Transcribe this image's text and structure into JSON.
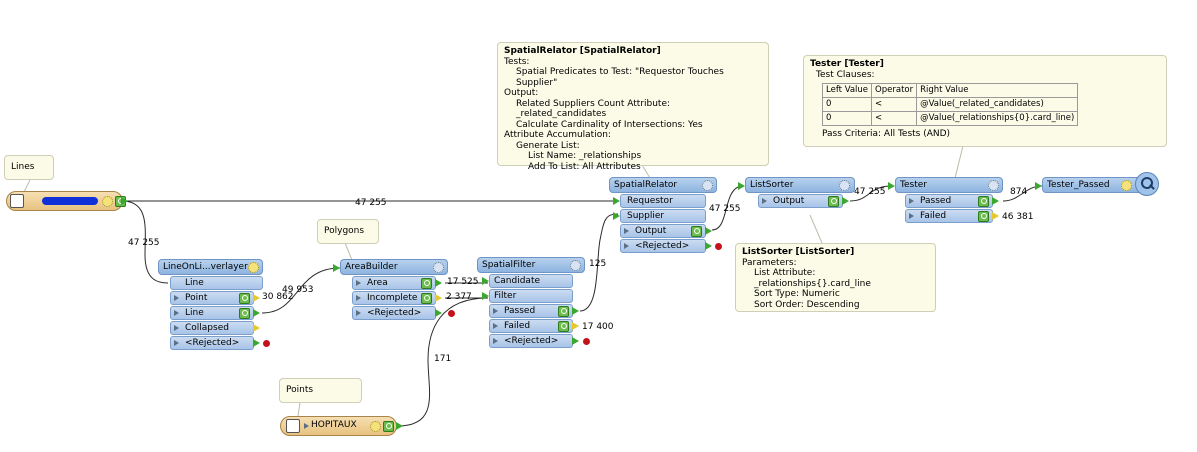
{
  "annotations": {
    "lines": "Lines",
    "polygons": "Polygons",
    "points": "Points"
  },
  "spatialrelator_note": {
    "title": "SpatialRelator [SpatialRelator]",
    "lines": [
      {
        "indent": 1,
        "text": "Tests:"
      },
      {
        "indent": 2,
        "text": "Spatial Predicates to Test: \"Requestor Touches Supplier\""
      },
      {
        "indent": 1,
        "text": "Output:"
      },
      {
        "indent": 2,
        "text": "Related Suppliers Count Attribute: _related_candidates"
      },
      {
        "indent": 2,
        "text": "Calculate Cardinality of Intersections: Yes"
      },
      {
        "indent": 1,
        "text": "Attribute Accumulation:"
      },
      {
        "indent": 2,
        "text": "Generate List:"
      },
      {
        "indent": 3,
        "text": "List Name: _relationships"
      },
      {
        "indent": 3,
        "text": "Add To List: All Attributes"
      }
    ]
  },
  "tester_note": {
    "title": "Tester [Tester]",
    "subtitle": "Test Clauses:",
    "table_headers": [
      "Left Value",
      "Operator",
      "Right Value"
    ],
    "table_rows": [
      [
        "0",
        "<",
        "@Value(_related_candidates)"
      ],
      [
        "0",
        "<",
        "@Value(_relationships{0}.card_line)"
      ]
    ],
    "footer": "Pass Criteria: All Tests (AND)"
  },
  "listsorter_note": {
    "title": "ListSorter [ListSorter]",
    "lines": [
      {
        "indent": 1,
        "text": "Parameters:"
      },
      {
        "indent": 2,
        "text": "List Attribute: _relationships{}.card_line"
      },
      {
        "indent": 2,
        "text": "Sort Type: Numeric"
      },
      {
        "indent": 2,
        "text": "Sort Order: Descending"
      }
    ]
  },
  "readers": {
    "points_reader": "HOPITAUX"
  },
  "transformers": {
    "lineonline": {
      "name": "LineOnLi...verlayer",
      "ports": [
        "Line",
        "Point",
        "Line",
        "Collapsed",
        "<Rejected>"
      ]
    },
    "areabuilder": {
      "name": "AreaBuilder",
      "ports": [
        "Area",
        "Incomplete",
        "<Rejected>"
      ]
    },
    "spatialfilter": {
      "name": "SpatialFilter",
      "inputs": [
        "Candidate",
        "Filter"
      ],
      "outputs": [
        "Passed",
        "Failed",
        "<Rejected>"
      ]
    },
    "spatialrelator": {
      "name": "SpatialRelator",
      "inputs": [
        "Requestor",
        "Supplier"
      ],
      "outputs": [
        "Output",
        "<Rejected>"
      ]
    },
    "listsorter": {
      "name": "ListSorter",
      "outputs": [
        "Output"
      ]
    },
    "tester": {
      "name": "Tester",
      "outputs": [
        "Passed",
        "Failed"
      ]
    },
    "inspector": {
      "name": "Tester_Passed"
    }
  },
  "counts": {
    "reader_to_relator": "47 255",
    "reader_to_lineonline": "47 255",
    "line_to_areabuilder": "49 953",
    "point_count": "30 862",
    "area_count": "17 525",
    "incomplete_count": "2 377",
    "points_count": "171",
    "filter_passed": "125",
    "filter_failed": "17 400",
    "relator_output": "47 255",
    "sorter_output": "47 255",
    "tester_passed": "874",
    "tester_failed": "46 381"
  },
  "colors": {
    "node_header": "#8db4e0",
    "port": "#a8c4e8",
    "note_bg": "#fbfbe8",
    "wire": "#2b2b2b",
    "connected_arrow": "#3aa82e",
    "unconnected_arrow": "#e3c92b",
    "rejected_dot": "#c4121b",
    "reader_bg": "#e8c27f",
    "redaction": "#1030d8"
  }
}
